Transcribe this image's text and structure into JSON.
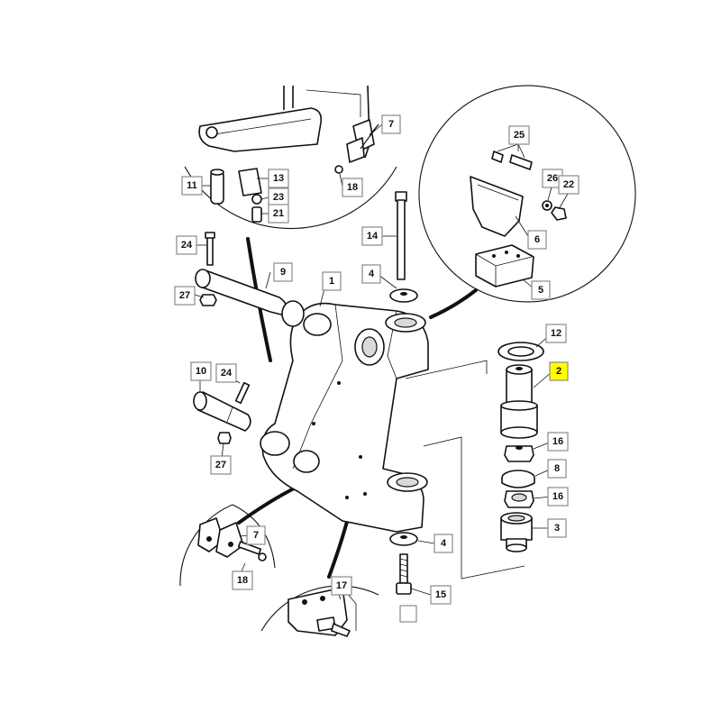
{
  "diagram": {
    "callouts": [
      {
        "id": "c7a",
        "label": "7"
      },
      {
        "id": "c13",
        "label": "13"
      },
      {
        "id": "c11",
        "label": "11"
      },
      {
        "id": "c23",
        "label": "23"
      },
      {
        "id": "c21",
        "label": "21"
      },
      {
        "id": "c18a",
        "label": "18"
      },
      {
        "id": "c25",
        "label": "25"
      },
      {
        "id": "c26",
        "label": "26"
      },
      {
        "id": "c22",
        "label": "22"
      },
      {
        "id": "c6",
        "label": "6"
      },
      {
        "id": "c5",
        "label": "5"
      },
      {
        "id": "c14",
        "label": "14"
      },
      {
        "id": "c24a",
        "label": "24"
      },
      {
        "id": "c9",
        "label": "9"
      },
      {
        "id": "c27a",
        "label": "27"
      },
      {
        "id": "c1",
        "label": "1"
      },
      {
        "id": "c4a",
        "label": "4"
      },
      {
        "id": "c12",
        "label": "12"
      },
      {
        "id": "c2",
        "label": "2"
      },
      {
        "id": "c10",
        "label": "10"
      },
      {
        "id": "c24b",
        "label": "24"
      },
      {
        "id": "c27b",
        "label": "27"
      },
      {
        "id": "c16a",
        "label": "16"
      },
      {
        "id": "c8",
        "label": "8"
      },
      {
        "id": "c16b",
        "label": "16"
      },
      {
        "id": "c3",
        "label": "3"
      },
      {
        "id": "c7b",
        "label": "7"
      },
      {
        "id": "c18b",
        "label": "18"
      },
      {
        "id": "c4b",
        "label": "4"
      },
      {
        "id": "c17",
        "label": "17"
      },
      {
        "id": "c15",
        "label": "15"
      }
    ],
    "highlight_color": "#ffff00",
    "callout_border_color": "#8a8a8a"
  }
}
